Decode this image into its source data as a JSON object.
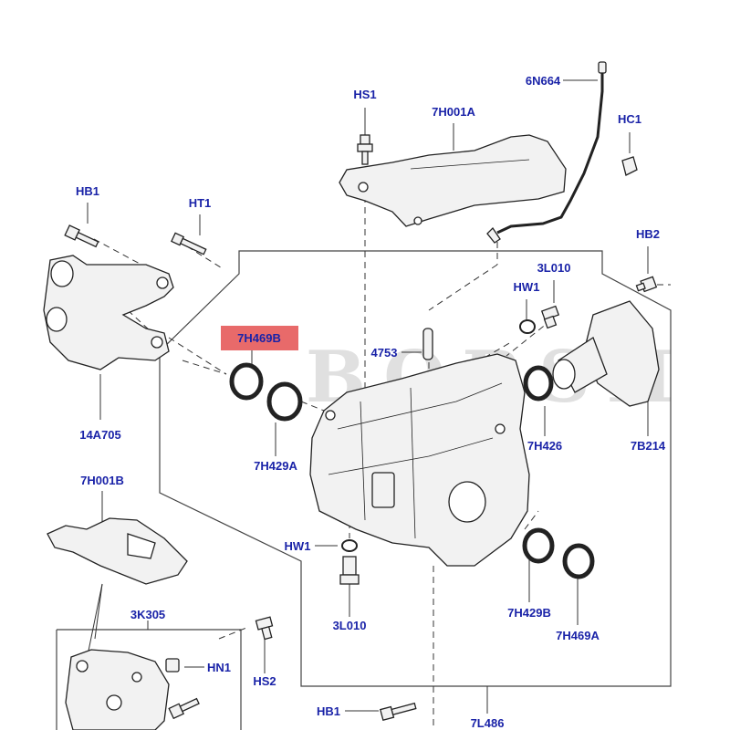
{
  "colors": {
    "label": "#1a23a8",
    "highlight_bg": "#e86a6a",
    "highlight_text": "#1a23a8",
    "line": "#333333",
    "part_fill": "#f2f2f2",
    "part_stroke": "#222222",
    "watermark": "#d6d6d6"
  },
  "watermark": {
    "text": "BOBSH"
  },
  "labels": {
    "n6n664": "6N664",
    "hs1": "HS1",
    "n7h001a": "7H001A",
    "hc1": "HC1",
    "hb1_top": "HB1",
    "ht1": "HT1",
    "hb2": "HB2",
    "n3l010_top": "3L010",
    "hw1_top": "HW1",
    "n7h469b": "7H469B",
    "n4753": "4753",
    "n14a705": "14A705",
    "n7h429a": "7H429A",
    "n7h426": "7H426",
    "n7b214": "7B214",
    "n7h001b": "7H001B",
    "hw1_bottom": "HW1",
    "n3l010_bottom": "3L010",
    "n7h429b": "7H429B",
    "n7h469a": "7H469A",
    "n3k305": "3K305",
    "hn1": "HN1",
    "hs2": "HS2",
    "hb1_bottom": "HB1",
    "n7l486": "7L486"
  }
}
